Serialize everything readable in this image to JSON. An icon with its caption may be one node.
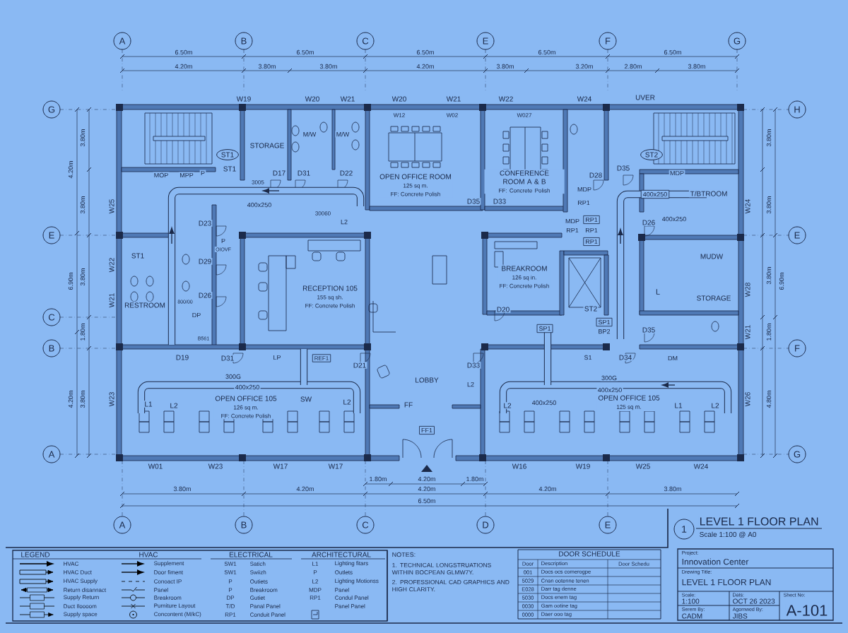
{
  "diagram": {
    "nodes": [
      {
        "text": [
          "STORAGE"
        ]
      },
      {
        "text": [
          "OPEN OFFICE ROOM",
          "125 sq m.",
          "FF: Concrete Polish"
        ]
      },
      {
        "text": [
          "CONFERENCE ROOM A & B",
          "FF: Concrete Polish"
        ]
      },
      {
        "text": [
          "T/BTROOM"
        ]
      },
      {
        "text": [
          "RESTROOM"
        ]
      },
      {
        "text": [
          "RECEPTION 105",
          "155 sq sh.",
          "FF: Concrete Polish"
        ]
      },
      {
        "text": [
          "BREAKROOM",
          "126 sq in.",
          "FF: Concrete Polish"
        ]
      },
      {
        "text": [
          "STORAGE"
        ]
      },
      {
        "text": [
          "LOBBY"
        ]
      },
      {
        "text": [
          "OPEN OFFICE 105",
          "126 sq m.",
          "FF: Concrete Polish"
        ]
      },
      {
        "text": [
          "OPEN OFFICE 105",
          "125 sq m."
        ]
      }
    ],
    "labels": [
      "A",
      "B",
      "C",
      "E",
      "F",
      "G",
      "6.50m",
      "6.50m",
      "6.50m",
      "6.50m",
      "6.50m",
      "4.20m",
      "3.80m",
      "3.80m",
      "4.20m",
      "3.80m",
      "3.20m",
      "2.80m",
      "3.80m",
      "W19",
      "W20",
      "W21",
      "W20",
      "W21",
      "W22",
      "W24",
      "UVER",
      "W12",
      "W02",
      "W027",
      "G",
      "H",
      "ST1",
      "ST1",
      "M/W",
      "M/W",
      "D17",
      "D31",
      "D22",
      "ST2",
      "D28",
      "D35",
      "MDP",
      "RP1",
      "MDP",
      "MOP",
      "MPP",
      "P",
      "3005",
      "400x250",
      "30060",
      "L2",
      "400x250",
      "400x250",
      "D35",
      "D33",
      "D23",
      "D29",
      "D26",
      "P",
      "OIOVF",
      "ST1",
      "800/00",
      "DP",
      "B561",
      "MDP",
      "RP1",
      "RP1",
      "RP1",
      "RP1",
      "D26",
      "MUDW",
      "L",
      "D20",
      "ST2",
      "SP1",
      "SP1",
      "BP2",
      "D35",
      "D19",
      "D31",
      "LP",
      "REF1",
      "D21",
      "D33",
      "L2",
      "S1",
      "D34",
      "DM",
      "300G",
      "400x250",
      "SW",
      "L1",
      "L2",
      "L2",
      "FF",
      "FF1",
      "L2",
      "400x250",
      "300G",
      "400x250",
      "L1",
      "L2",
      "W01",
      "W23",
      "W17",
      "W17",
      "W16",
      "W19",
      "W25",
      "W24",
      "W25",
      "W22",
      "W21",
      "W23",
      "W24",
      "W28",
      "W21",
      "W26",
      "4.20m",
      "6.90m",
      "4.20m",
      "3.80m",
      "3.80m",
      "3.80m",
      "1.80m",
      "3.80m",
      "3.80m",
      "3.80m",
      "3.80m",
      "6.90m",
      "1.80m",
      "4.80m",
      "E",
      "C",
      "B",
      "A",
      "E",
      "F",
      "G",
      "1.80m",
      "4.20m",
      "1.80m",
      "3.80m",
      "4.20m",
      "4.20m",
      "4.20m",
      "3.80m",
      "6.50m",
      "A",
      "B",
      "C",
      "D",
      "E",
      "1",
      "LEVEL 1 FLOOR PLAN",
      "Scale 1:100 @ A0",
      "LEGEND",
      "HVAC",
      "ELECTRICAL",
      "ARCHITECTURAL",
      "SW1",
      "Satich",
      "SW1",
      "Swiizh",
      "P",
      "Outiets",
      "P",
      "Breakroom",
      "DP",
      "Gutiet",
      "T/D",
      "Panal Panel",
      "RP1",
      "Conduit Panel",
      "L1",
      "Lighting fitars",
      "P",
      "Outlets",
      "L2",
      "Lighting Motionss",
      "MDP",
      "Panel",
      "RP1",
      "Condul Panel",
      "Panel Panel",
      "NOTES:",
      "1. TECHNICAL LONGSTRUATIONS WITHIN BOCPEAN GLMW7Y.",
      "2. PROFESSIONAL CAD GRAPHICS AND HIGH CLARITY.",
      "DOOR SCHEDULE",
      "Door",
      "Description",
      "Door Schedu",
      "001",
      "Docs ocs comerogpe",
      "5029",
      "Cnan ootenne tenen",
      "E028",
      "Darr tag denne",
      "5030",
      "Docs enem tag",
      "0030",
      "Gam ootine tag",
      "0000",
      "Daer ooo tag",
      "Project:",
      "Innovation Center",
      "Drewing Title:",
      "LEVEL 1 FLOOR PLAN",
      "Scale:",
      "1:100",
      "Dats:",
      "OCT 26 2023",
      "Shect No:",
      "A-101",
      "Serem By:",
      "CADM",
      "Agomwed By:",
      "JIBS"
    ],
    "legend": [
      {
        "text": "HVAC"
      },
      {
        "text": "HVAC Duct"
      },
      {
        "text": "HVAC Supply"
      },
      {
        "text": "Return disannact"
      },
      {
        "text": "Supply Return"
      },
      {
        "text": "Duct Iloooom"
      },
      {
        "text": "Supply space"
      },
      {
        "text": "Supplement"
      },
      {
        "text": "Door fiment"
      },
      {
        "text": "Conoact IP"
      },
      {
        "text": "Panel"
      },
      {
        "text": "Breakroom"
      },
      {
        "text": "Purniture Layout"
      },
      {
        "text": "Concontent (M/kC)"
      }
    ]
  }
}
